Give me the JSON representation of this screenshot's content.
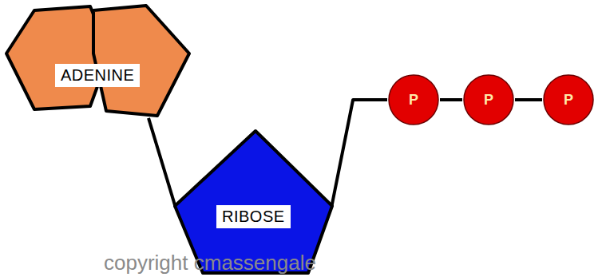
{
  "diagram": {
    "nodes": [
      {
        "text": [
          "ADENINE"
        ]
      },
      {
        "text": [
          "RIBOSE"
        ]
      },
      {
        "text": [
          "P"
        ]
      },
      {
        "text": [
          "P"
        ]
      },
      {
        "text": [
          "P"
        ]
      }
    ],
    "edges": [
      {
        "from": 0,
        "to": 1,
        "arrow": "none"
      },
      {
        "from": 1,
        "to": 2,
        "arrow": "none"
      },
      {
        "from": 2,
        "to": 3,
        "arrow": "none"
      },
      {
        "from": 3,
        "to": 4,
        "arrow": "none"
      }
    ],
    "labels": [
      "copyright cmassengale"
    ]
  }
}
